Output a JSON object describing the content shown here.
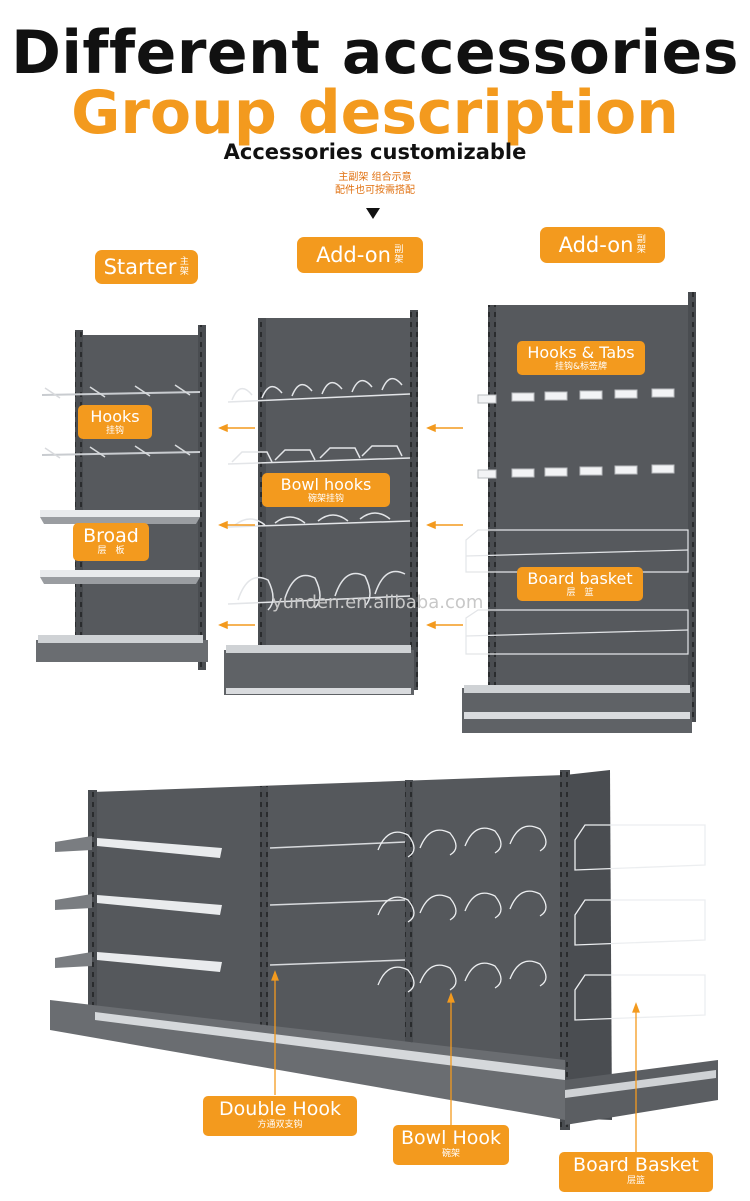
{
  "header": {
    "title": "Different accessories",
    "subtitle": "Group description",
    "tagline": "Accessories customizable",
    "cn_line1": "主副架 组合示意",
    "cn_line2": "配件也可按需搭配"
  },
  "tags": {
    "starter": {
      "en": "Starter",
      "cn": "主架"
    },
    "addon1": {
      "en": "Add-on",
      "cn": "副架"
    },
    "addon2": {
      "en": "Add-on",
      "cn": "副架"
    }
  },
  "labels": {
    "hooks": {
      "en": "Hooks",
      "cn": "挂钩"
    },
    "broad": {
      "en": "Broad",
      "cn": "层　板"
    },
    "bowl_hooks": {
      "en": "Bowl hooks",
      "cn": "碗架挂钩"
    },
    "hooks_tabs": {
      "en": "Hooks & Tabs",
      "cn": "挂钩&标签牌"
    },
    "board_basket": {
      "en": "Board basket",
      "cn": "层　篮"
    },
    "double_hook": {
      "en": "Double Hook",
      "cn": "方通双支钩"
    },
    "bowl_hook": {
      "en": "Bowl Hook",
      "cn": "碗架"
    },
    "board_basket2": {
      "en": "Board Basket",
      "cn": "层篮"
    }
  },
  "watermark": "yunden.en.alibaba.com",
  "colors": {
    "accent": "#f39a1e",
    "shelf": "#55585c",
    "shelf_dark": "#3e4144"
  }
}
